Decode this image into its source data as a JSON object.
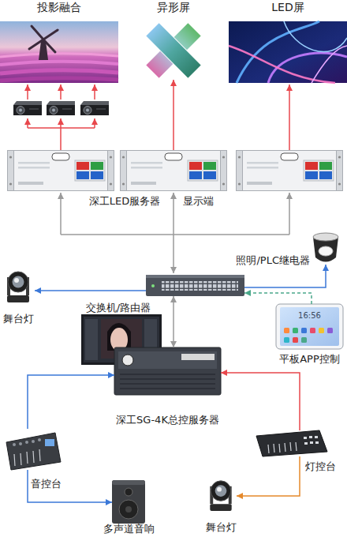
{
  "diagram": {
    "nodes": [
      {
        "text": [
          "投影融合"
        ]
      },
      {
        "text": [
          "异形屏"
        ]
      },
      {
        "text": [
          "LED屏"
        ]
      },
      {
        "text": [
          "照明/PLC继电器"
        ]
      },
      {
        "text": [
          "舞台灯"
        ]
      },
      {
        "text": [
          "交换机/路由器"
        ]
      },
      {
        "text": [
          "平板APP控制"
        ]
      },
      {
        "text": [
          "深工SG-4K总控服务器"
        ]
      },
      {
        "text": [
          "音控台"
        ]
      },
      {
        "text": [
          "灯控台"
        ]
      },
      {
        "text": [
          "多声道音响"
        ]
      },
      {
        "text": [
          "舞台灯"
        ]
      }
    ],
    "edges": [
      {
        "from": 5,
        "to": 4,
        "arrow": "to"
      },
      {
        "from": 5,
        "to": 3,
        "arrow": "to"
      },
      {
        "from": 6,
        "to": 5,
        "arrow": "to"
      },
      {
        "from": 5,
        "to": 7,
        "arrow": "both"
      },
      {
        "from": 8,
        "to": 7,
        "arrow": "to"
      },
      {
        "from": 8,
        "to": 10,
        "arrow": "to"
      },
      {
        "from": 9,
        "to": 7,
        "arrow": "to"
      },
      {
        "from": 9,
        "to": 11,
        "arrow": "to"
      }
    ],
    "labels": [
      "深工LED服务器",
      "显示端",
      "16:56"
    ]
  }
}
